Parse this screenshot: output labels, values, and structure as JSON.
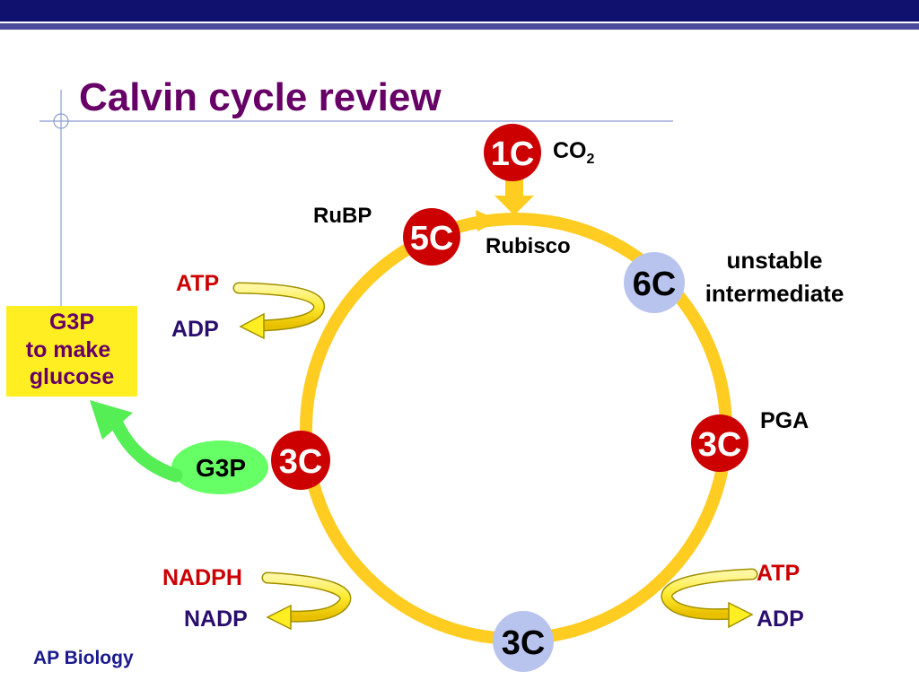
{
  "slide": {
    "title": "Calvin cycle review",
    "footer": "AP Biology"
  },
  "colors": {
    "header_bar": "#10106e",
    "title": "#660066",
    "cycle_ring": "#ffcc22",
    "node_red": "#cc0000",
    "node_lavender": "#b8c4ee",
    "red_text": "#cc0000",
    "navy_text": "#2a0e6e",
    "g3p_box": "#ffee22",
    "g3p_oval": "#66ff66",
    "green_arrow": "#55ee55"
  },
  "nodes": {
    "co2_in": "1C",
    "rubp": "5C",
    "unstable": "6C",
    "pga": "3C",
    "bottom": "3C",
    "g3p": "3C"
  },
  "labels": {
    "co2": "CO",
    "co2_sub": "2",
    "rubp": "RuBP",
    "rubisco": "Rubisco",
    "unstable_1": "unstable",
    "unstable_2": "intermediate",
    "pga": "PGA",
    "g3p_oval": "G3P"
  },
  "energy": {
    "right_in": "ATP",
    "right_out": "ADP",
    "bottom_left_in": "NADPH",
    "bottom_left_out": "NADP",
    "top_left_in": "ATP",
    "top_left_out": "ADP"
  },
  "g3p_box": {
    "line1": "G3P",
    "line2": "to make",
    "line3": "glucose"
  }
}
